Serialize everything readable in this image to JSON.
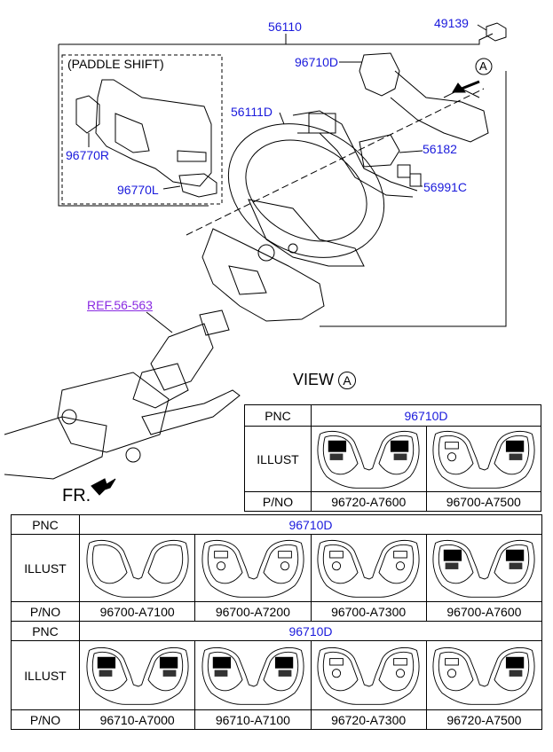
{
  "labels": {
    "l56110": "56110",
    "l49139": "49139",
    "l96710D": "96710D",
    "lpaddle": "(PADDLE SHIFT)",
    "l56111D": "56111D",
    "l96770R": "96770R",
    "l96770L": "96770L",
    "l56182": "56182",
    "l56991C": "56991C",
    "ref": "REF.56-563",
    "viewA_text": "VIEW",
    "viewA_letter": "A",
    "callout_A": "A",
    "fr": "FR."
  },
  "table_top": {
    "pnc_header": "PNC",
    "pnc_value": "96710D",
    "illust_header": "ILLUST",
    "pno_header": "P/NO",
    "parts": [
      "96720-A7600",
      "96700-A7500"
    ]
  },
  "table_bottom": {
    "sections": [
      {
        "pnc_header": "PNC",
        "pnc_value": "96710D",
        "illust_header": "ILLUST",
        "pno_header": "P/NO",
        "parts": [
          "96700-A7100",
          "96700-A7200",
          "96700-A7300",
          "96700-A7600"
        ]
      },
      {
        "pnc_header": "PNC",
        "pnc_value": "96710D",
        "illust_header": "ILLUST",
        "pno_header": "P/NO",
        "parts": [
          "96710-A7000",
          "96710-A7100",
          "96720-A7300",
          "96720-A7500"
        ]
      }
    ]
  },
  "colors": {
    "label_blue": "#1a1adc",
    "ref_purple": "#8a2be2"
  }
}
